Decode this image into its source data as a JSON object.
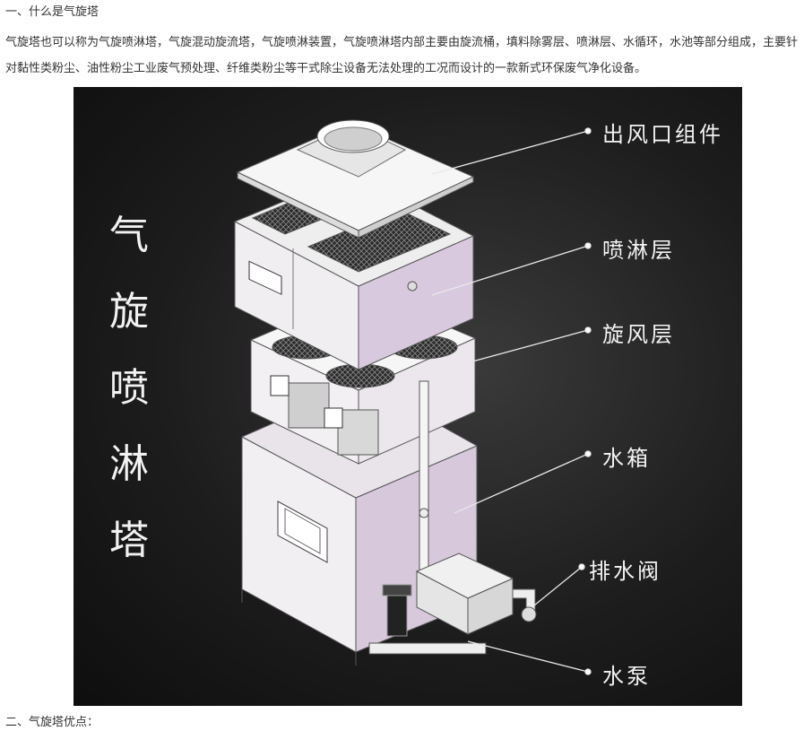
{
  "article": {
    "heading": "一、什么是气旋塔",
    "paragraph": "气旋塔也可以称为气旋喷淋塔，气旋混动旋流塔，气旋喷淋装置，气旋喷淋塔内部主要由旋流桶，填料除雾层、喷淋层、水循环，水池等部分组成，主要针对黏性类粉尘、油性粉尘工业废气预处理、纤维类粉尘等干式除尘设备无法处理的工况而设计的一款新式环保废气净化设备。",
    "next_heading": "二、气旋塔优点："
  },
  "figure": {
    "vertical_title": [
      "气",
      "旋",
      "喷",
      "淋",
      "塔"
    ],
    "callouts": {
      "outlet": "出风口组件",
      "spray": "喷淋层",
      "cyclone": "旋风层",
      "tank": "水箱",
      "drain": "排水阀",
      "pump": "水泵"
    }
  }
}
